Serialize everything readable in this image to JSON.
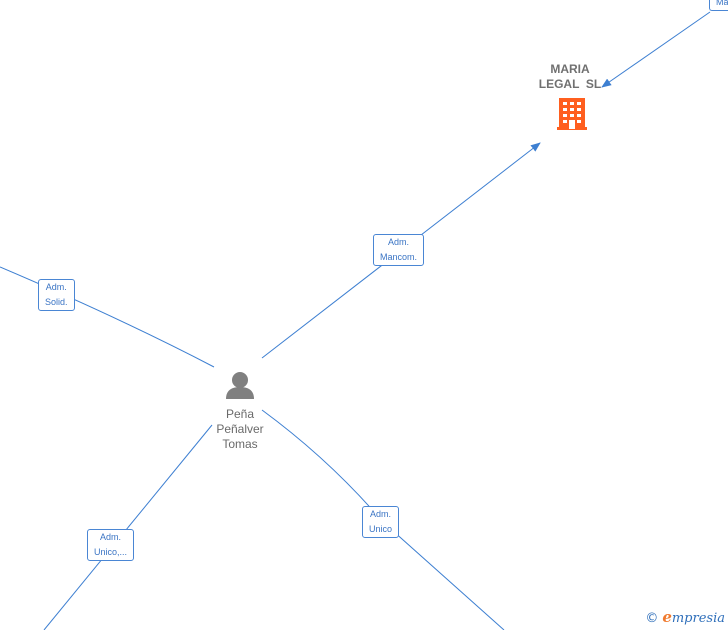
{
  "nodes": {
    "company": {
      "name_line1": "MARIA",
      "name_line2": "LEGAL  SL",
      "icon": "building-icon",
      "color": "#ff5f1f"
    },
    "person": {
      "name_line1": "Peña",
      "name_line2": "Peñalver",
      "name_line3": "Tomas",
      "icon": "person-icon",
      "color": "#808080"
    }
  },
  "edges": {
    "adm_mancom": {
      "line1": "Adm.",
      "line2": "Mancom."
    },
    "adm_solid": {
      "line1": "Adm.",
      "line2": "Solid."
    },
    "adm_unico_trunc": {
      "line1": "Adm.",
      "line2": "Unico,..."
    },
    "adm_unico": {
      "line1": "Adm.",
      "line2": "Unico"
    },
    "top_right_partial": {
      "line1": "Ma"
    }
  },
  "colors": {
    "edge": "#3d7fd1",
    "label_border": "#4a86d4"
  },
  "watermark": {
    "copyright": "©",
    "brand_initial": "e",
    "brand_rest": "mpresia"
  }
}
